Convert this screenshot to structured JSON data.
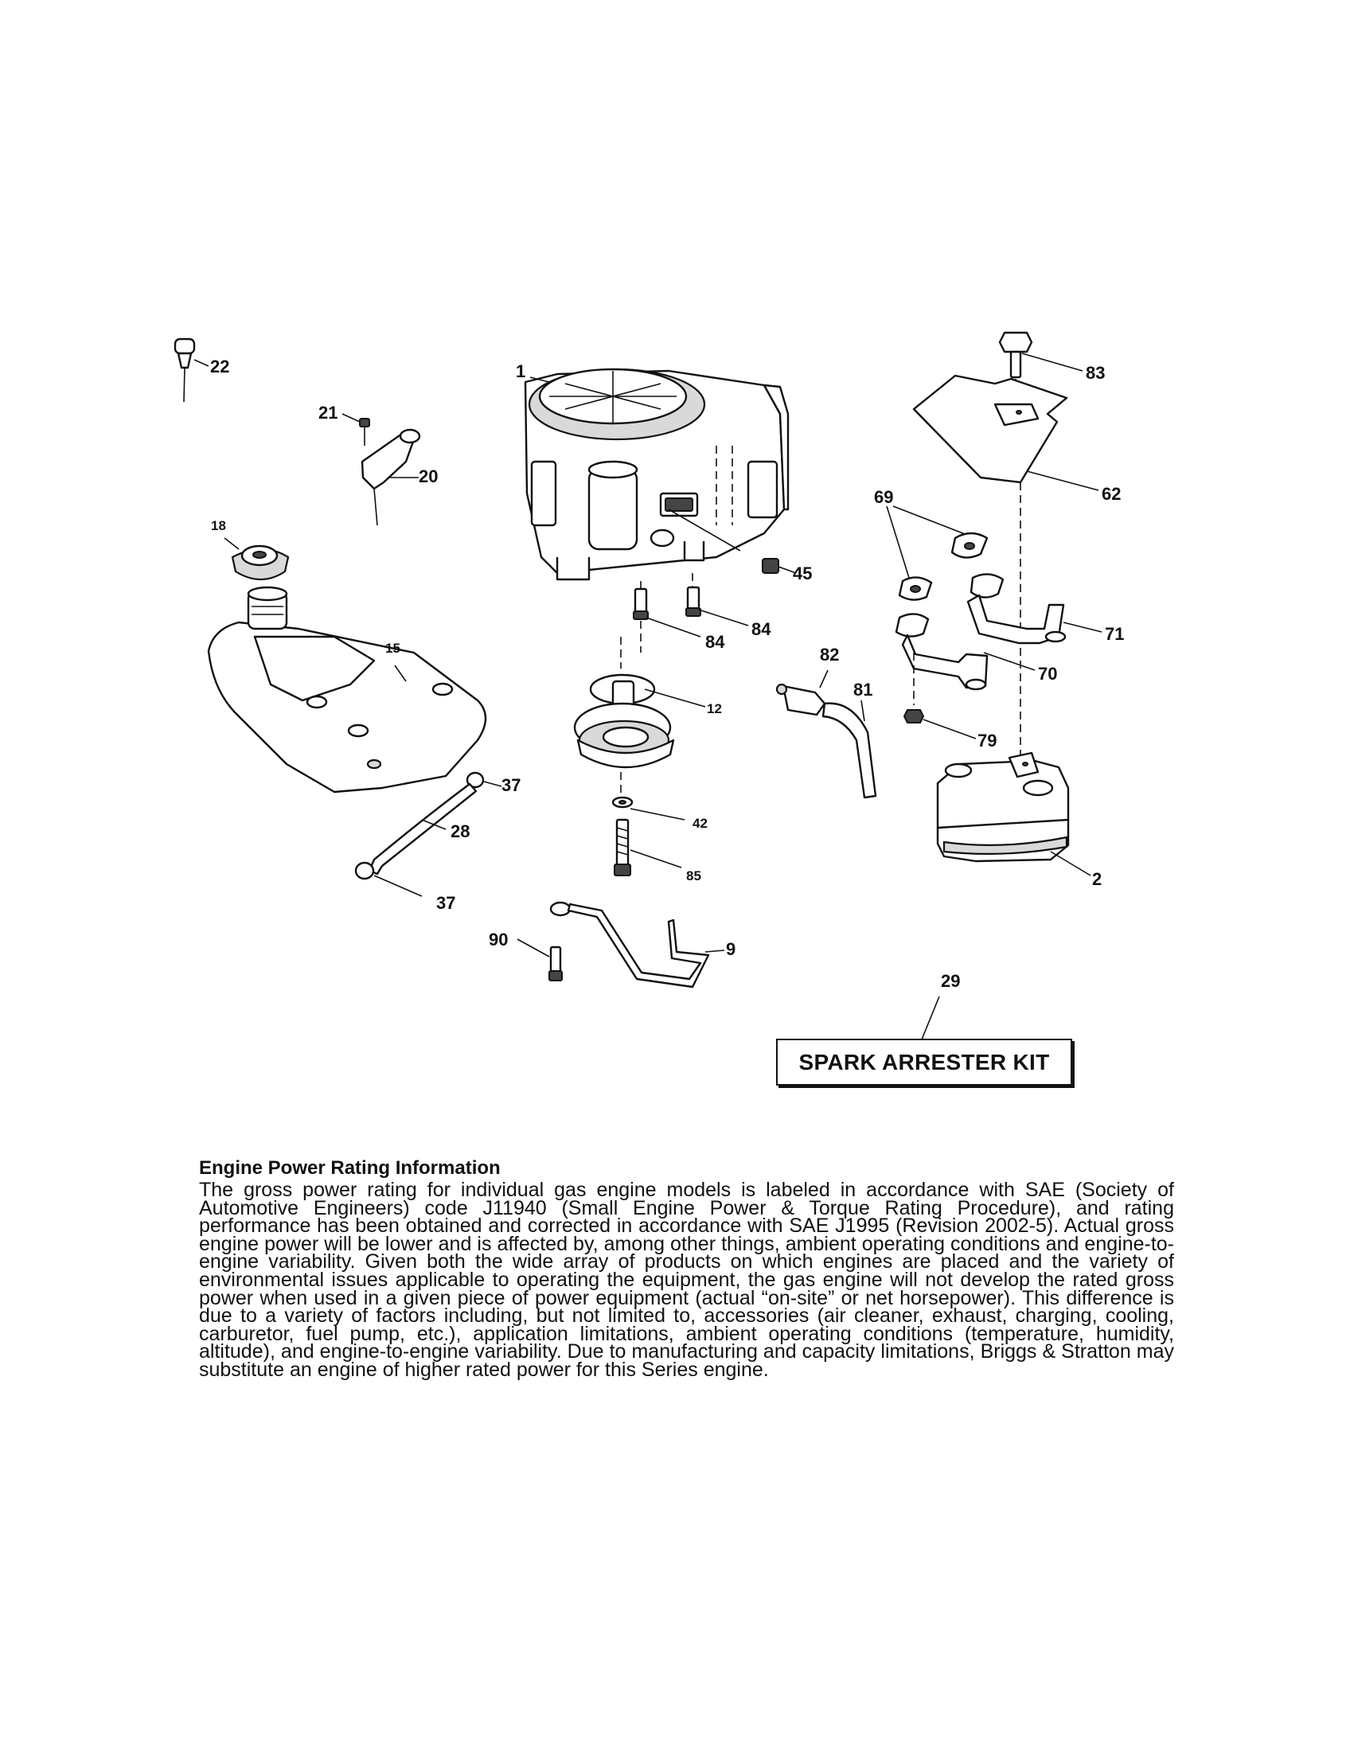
{
  "diagram": {
    "part_numbers": {
      "p1": "1",
      "p2": "2",
      "p9": "9",
      "p12": "12",
      "p15": "15",
      "p18": "18",
      "p20": "20",
      "p21": "21",
      "p22": "22",
      "p28": "28",
      "p29": "29",
      "p37a": "37",
      "p37b": "37",
      "p42": "42",
      "p45": "45",
      "p62": "62",
      "p69": "69",
      "p70": "70",
      "p71": "71",
      "p79": "79",
      "p81": "81",
      "p82": "82",
      "p83": "83",
      "p84a": "84",
      "p84b": "84",
      "p85": "85",
      "p90": "90"
    },
    "kit_label": "SPARK ARRESTER KIT"
  },
  "info": {
    "heading": "Engine Power Rating Information",
    "body": "The gross power rating for individual gas engine models is labeled in accordance with SAE (Society of Automotive Engineers) code J11940 (Small Engine Power & Torque Rating Procedure), and rating performance has been obtained and corrected in accordance with SAE J1995 (Revision 2002-5). Actual gross engine power will be lower and is affected by, among other things, ambient operating conditions and engine-to-engine variability. Given both the wide array of products on which engines are placed and the variety of environmental issues applicable to operating the equipment, the gas engine will not develop the rated gross power when used in a given piece of power equipment (actual “on-site” or net horsepower). This difference is due to a variety of factors including, but not limited to, accessories (air cleaner, exhaust, charging, cooling, carburetor, fuel pump, etc.), application limitations, ambient operating conditions (temperature, humidity, altitude), and engine-to-engine variability. Due to manufacturing and capacity limitations, Briggs & Stratton may substitute an engine of higher rated power for this Series engine."
  }
}
